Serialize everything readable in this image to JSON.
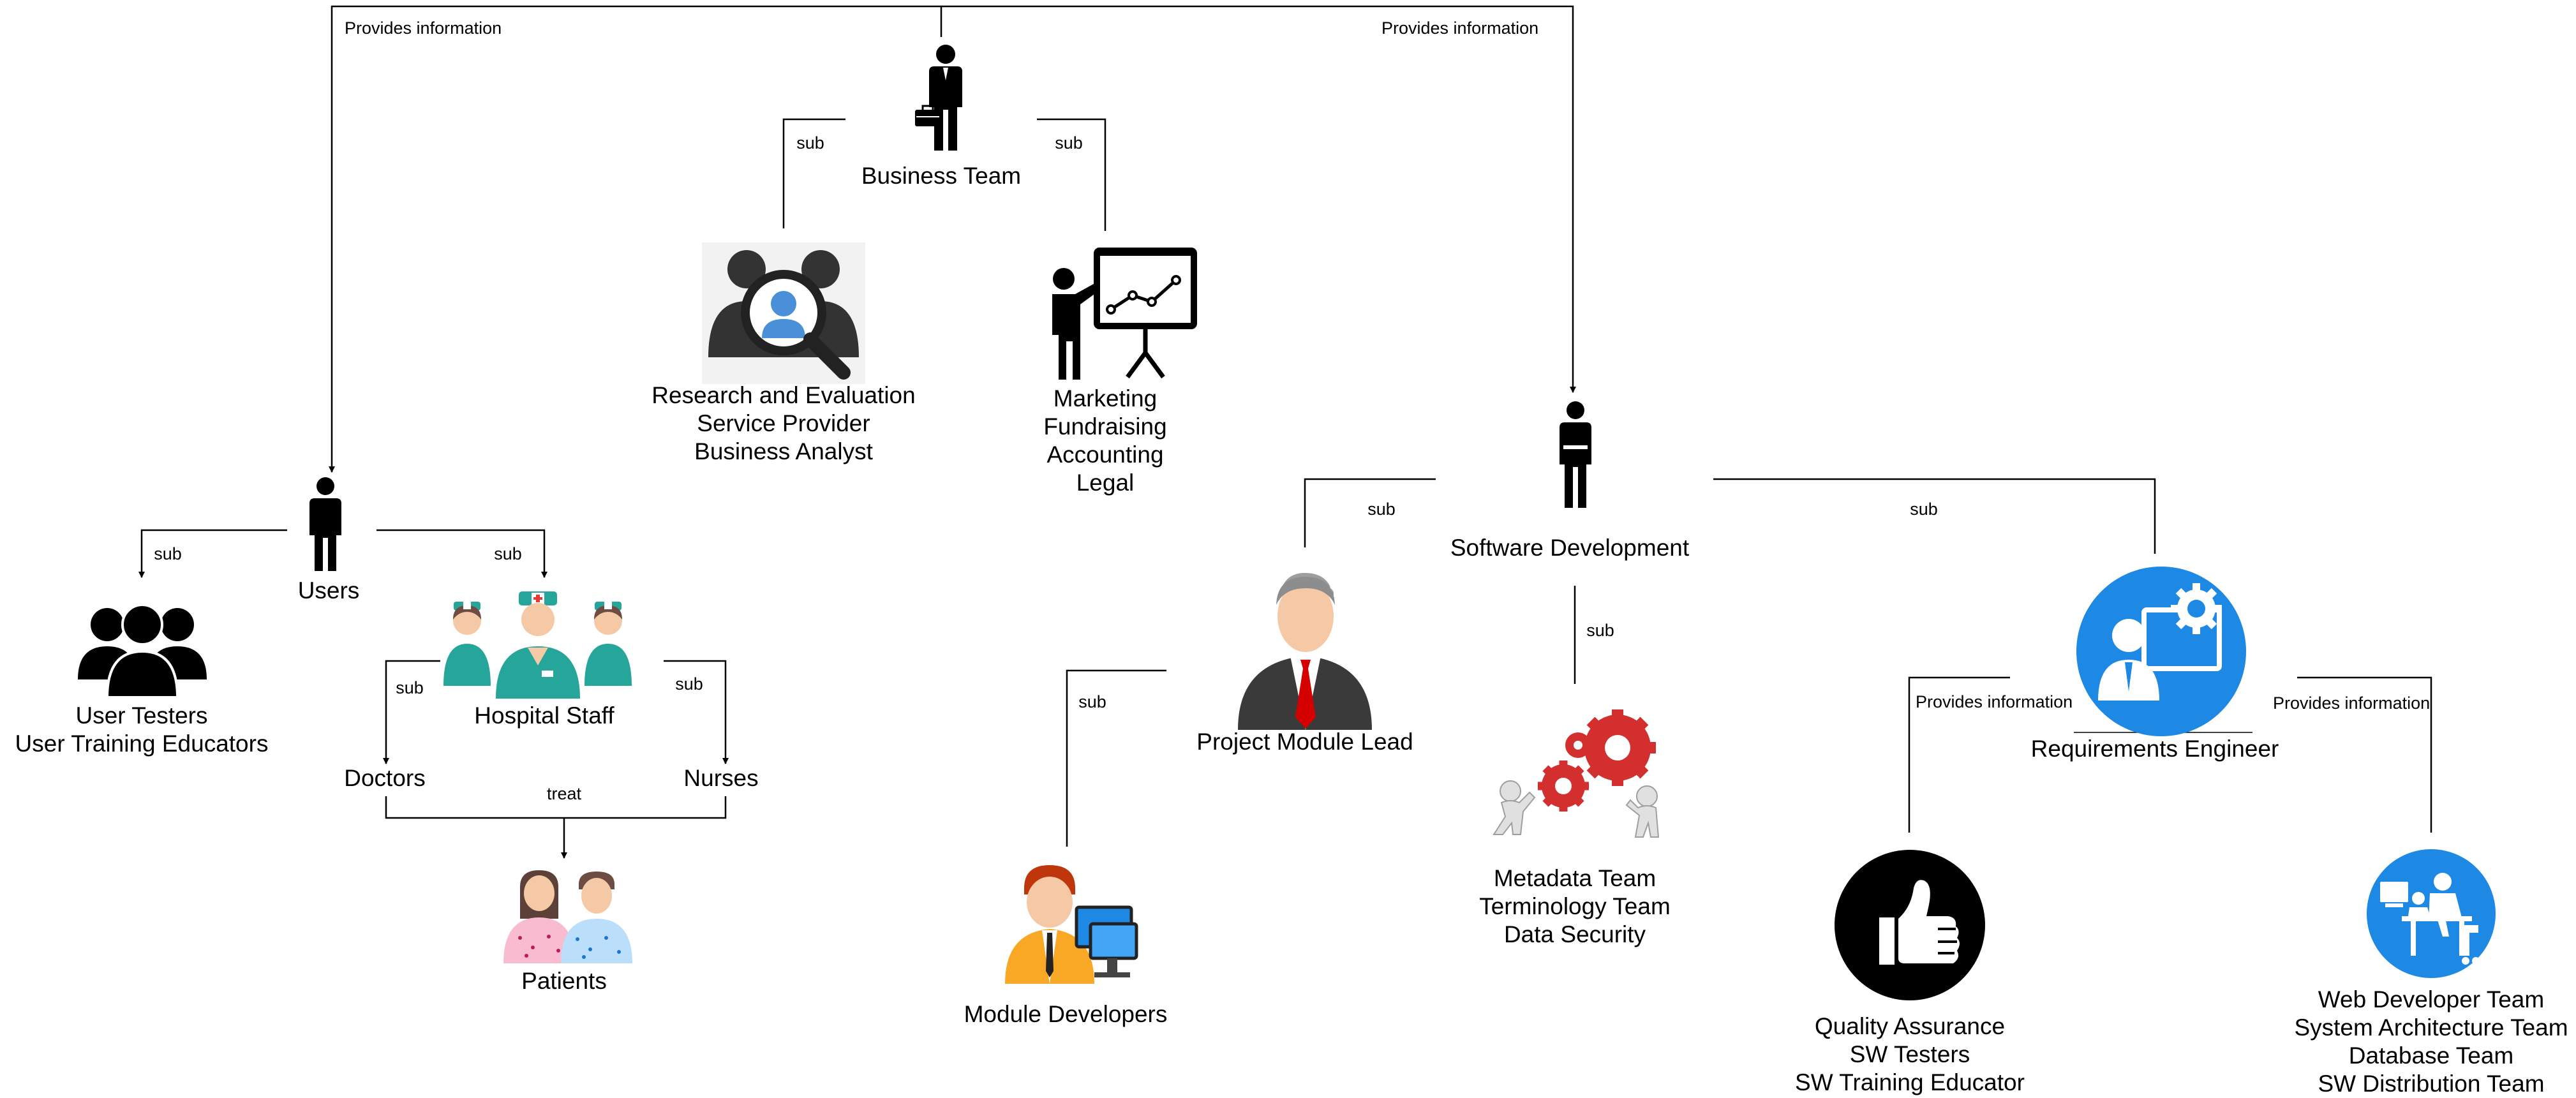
{
  "colors": {
    "line": "#000000",
    "silhouette": "#000000",
    "blue_circle": "#1e88e5",
    "gear_red": "#d32f2f",
    "teal_uniform": "#26a69a",
    "tie_red": "#d50000"
  },
  "edge_labels": {
    "provides_info_left": "Provides information",
    "provides_info_right": "Provides information",
    "sub_business_left": "sub",
    "sub_business_right": "sub",
    "sub_users_left": "sub",
    "sub_users_right": "sub",
    "sub_staff_left": "sub",
    "sub_staff_right": "sub",
    "treat": "treat",
    "sub_sw_left": "sub",
    "sub_sw_right": "sub",
    "sub_sw_down": "sub",
    "sub_lead": "sub",
    "provides_info_qa": "Provides information",
    "provides_info_web": "Provides information"
  },
  "nodes": {
    "business_team": {
      "icon": "businessman-briefcase-icon",
      "lines": [
        "Business Team"
      ]
    },
    "research": {
      "icon": "people-magnifier-icon",
      "lines": [
        "Research and Evaluation",
        "Service Provider",
        "Business Analyst"
      ]
    },
    "marketing": {
      "icon": "presentation-chart-icon",
      "lines": [
        "Marketing",
        "Fundraising",
        "Accounting",
        "Legal"
      ]
    },
    "users": {
      "icon": "person-icon",
      "lines": [
        "Users"
      ]
    },
    "user_testers": {
      "icon": "group-icon",
      "lines": [
        "User Testers",
        "User Training Educators"
      ]
    },
    "hospital_staff": {
      "icon": "nurses-icon",
      "lines": [
        "Hospital Staff"
      ]
    },
    "doctors": {
      "lines": [
        "Doctors"
      ]
    },
    "nurses": {
      "lines": [
        "Nurses"
      ]
    },
    "patients": {
      "icon": "patients-icon",
      "lines": [
        "Patients"
      ]
    },
    "software_dev": {
      "icon": "person-icon",
      "lines": [
        "Software Development"
      ]
    },
    "project_lead": {
      "icon": "manager-tie-icon",
      "lines": [
        "Project Module Lead"
      ]
    },
    "module_devs": {
      "icon": "developer-computer-icon",
      "lines": [
        "Module Developers"
      ]
    },
    "metadata": {
      "icon": "gears-icon",
      "lines": [
        "Metadata Team",
        "Terminology Team",
        "Data Security"
      ]
    },
    "req_engineer": {
      "icon": "engineer-monitor-icon",
      "lines": [
        "Requirements Engineer"
      ]
    },
    "qa": {
      "icon": "thumbs-up-icon",
      "lines": [
        "Quality Assurance",
        "SW Testers",
        "SW Training Educator"
      ]
    },
    "web_dev": {
      "icon": "desk-workers-icon",
      "lines": [
        "Web Developer Team",
        "System Architecture Team",
        "Database Team",
        "SW Distribution Team"
      ]
    }
  }
}
